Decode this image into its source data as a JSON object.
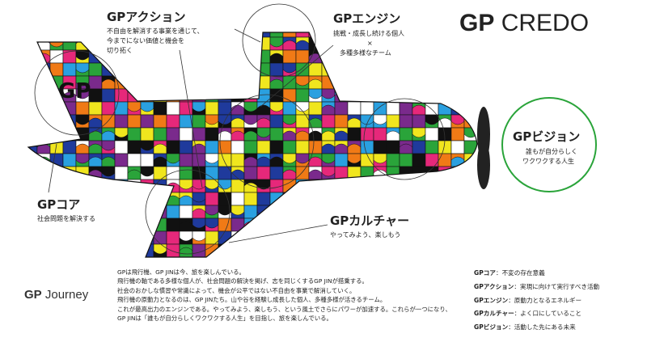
{
  "title": {
    "prefix": "GP",
    "word": "CREDO"
  },
  "labels": {
    "action": {
      "title": "GPアクション",
      "lines": [
        "不自由を解消する事業を通じて、",
        "今までにない価値と機会を",
        "切り拓く"
      ]
    },
    "engine": {
      "title": "GPエンジン",
      "lines": [
        "挑戦・成長し続ける個人",
        "×",
        "多種多様なチーム"
      ]
    },
    "core": {
      "title": "GPコア",
      "lines": [
        "社会問題を解決する"
      ]
    },
    "culture": {
      "title": "GPカルチャー",
      "lines": [
        "やってみよう、楽しもう"
      ]
    },
    "vision": {
      "title": "GPビジョン",
      "lines": [
        "誰もが自分らしく",
        "ワクワクする人生"
      ]
    },
    "tail_mark": "GP"
  },
  "journey": {
    "prefix": "GP",
    "word": "Journey"
  },
  "story": [
    "GPは飛行機、GP JINは今、旅を楽しんでいる。",
    "飛行機の軸である多様な個人が、社会問題の解決を掲げ、志を同じくするGP JINが搭乗する。",
    "社会のおかしな慣習や常識によって、機会が公平ではない不自由を事業で解消していく。",
    "飛行機の原動力となるのは、GP JINたち。山や谷を経験し成長した個人、多種多様が活きるチーム。",
    "これが最高出力のエンジンである。やってみよう、楽しもう、という風土でさらにパワーが加速する。これらが一つになり、",
    "GP JINは「誰もが自分らしくワクワクする人生」を目指し、旅を楽しんでいる。"
  ],
  "legend": [
    {
      "name": "GPコア",
      "desc": "：不変の存在意義"
    },
    {
      "name": "GPアクション",
      "desc": "：実現に向けて実行すべき活動"
    },
    {
      "name": "GPエンジン",
      "desc": "：原動力となるエネルギー"
    },
    {
      "name": "GPカルチャー",
      "desc": "：よく口にしていること"
    },
    {
      "name": "GPビジョン",
      "desc": "：活動した先にある未来"
    }
  ],
  "colors": {
    "text": "#222222",
    "vision_ring": "#2aa43a",
    "mosaic_palette": [
      "#2aa43a",
      "#f0e61e",
      "#f07a16",
      "#e6287a",
      "#1f3a9c",
      "#2aa0e0",
      "#7a2a8c",
      "#ffffff",
      "#111111"
    ]
  },
  "icons": [
    "airplane-mosaic-icon",
    "propeller-icon"
  ]
}
